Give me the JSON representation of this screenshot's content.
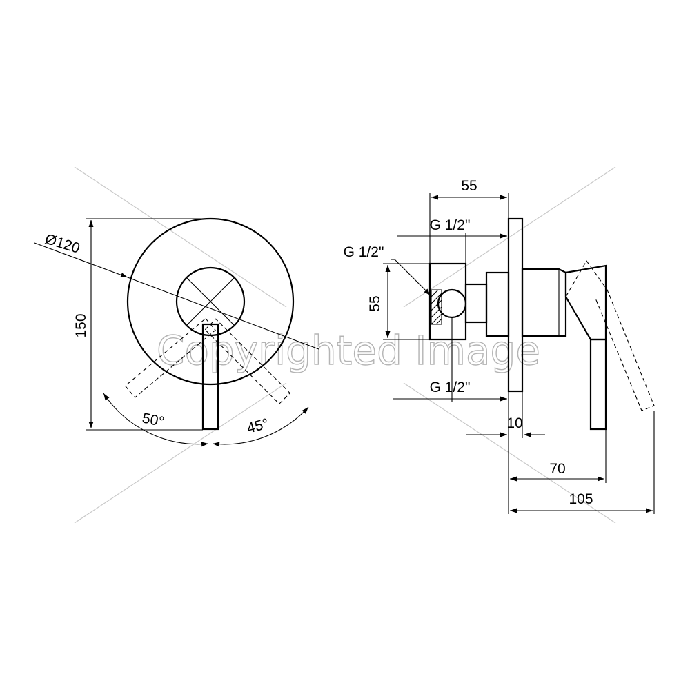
{
  "front_view": {
    "diameter_label": "Ø120",
    "height_label": "150",
    "angle_left_label": "50°",
    "angle_right_label": "45°"
  },
  "side_view": {
    "width_top_label": "55",
    "thread_top_label": "G 1/2\"",
    "thread_left_label": "G 1/2\"",
    "height_left_label": "55",
    "thread_bottom_label": "G 1/2\"",
    "plate_label": "10",
    "lever_depth_label": "70",
    "total_depth_label": "105"
  },
  "watermark": {
    "text": "Copyrighted Image"
  }
}
